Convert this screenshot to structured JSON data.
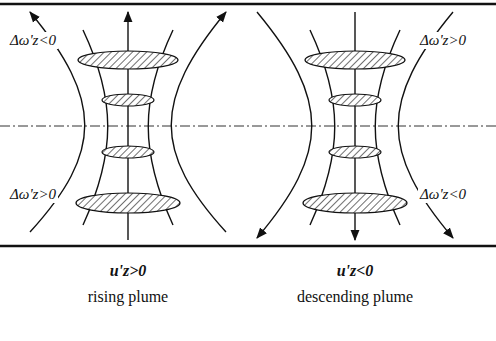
{
  "diagram": {
    "labels": [
      "Δω'z<0",
      "Δω'z>0",
      "Δω'z>0",
      "Δω'z<0",
      "u'z>0",
      "rising plume",
      "u'z<0",
      "descending plume"
    ]
  }
}
